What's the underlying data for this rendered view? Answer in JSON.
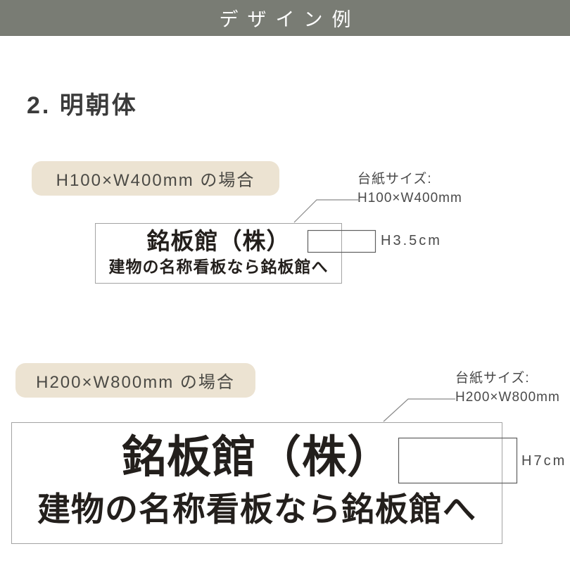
{
  "banner": {
    "title": "デザイン例"
  },
  "page": {
    "heading": "2. 明朝体"
  },
  "sections": [
    {
      "case_label": "H100×W400mm の場合",
      "sign": {
        "title": "銘板館（株）",
        "subtitle": "建物の名称看板なら銘板館へ"
      },
      "annotation": {
        "size_caption": "台紙サイズ:",
        "size_value": "H100×W400mm",
        "text_height": "H3.5cm"
      }
    },
    {
      "case_label": "H200×W800mm の場合",
      "sign": {
        "title": "銘板館（株）",
        "subtitle": "建物の名称看板なら銘板館へ"
      },
      "annotation": {
        "size_caption": "台紙サイズ:",
        "size_value": "H200×W800mm",
        "text_height": "H7cm"
      }
    }
  ],
  "colors": {
    "banner_bg": "#797c74",
    "pill_bg": "#ece3d2",
    "sign_text": "#231f1c",
    "annotation_line": "#8a8a8a"
  }
}
